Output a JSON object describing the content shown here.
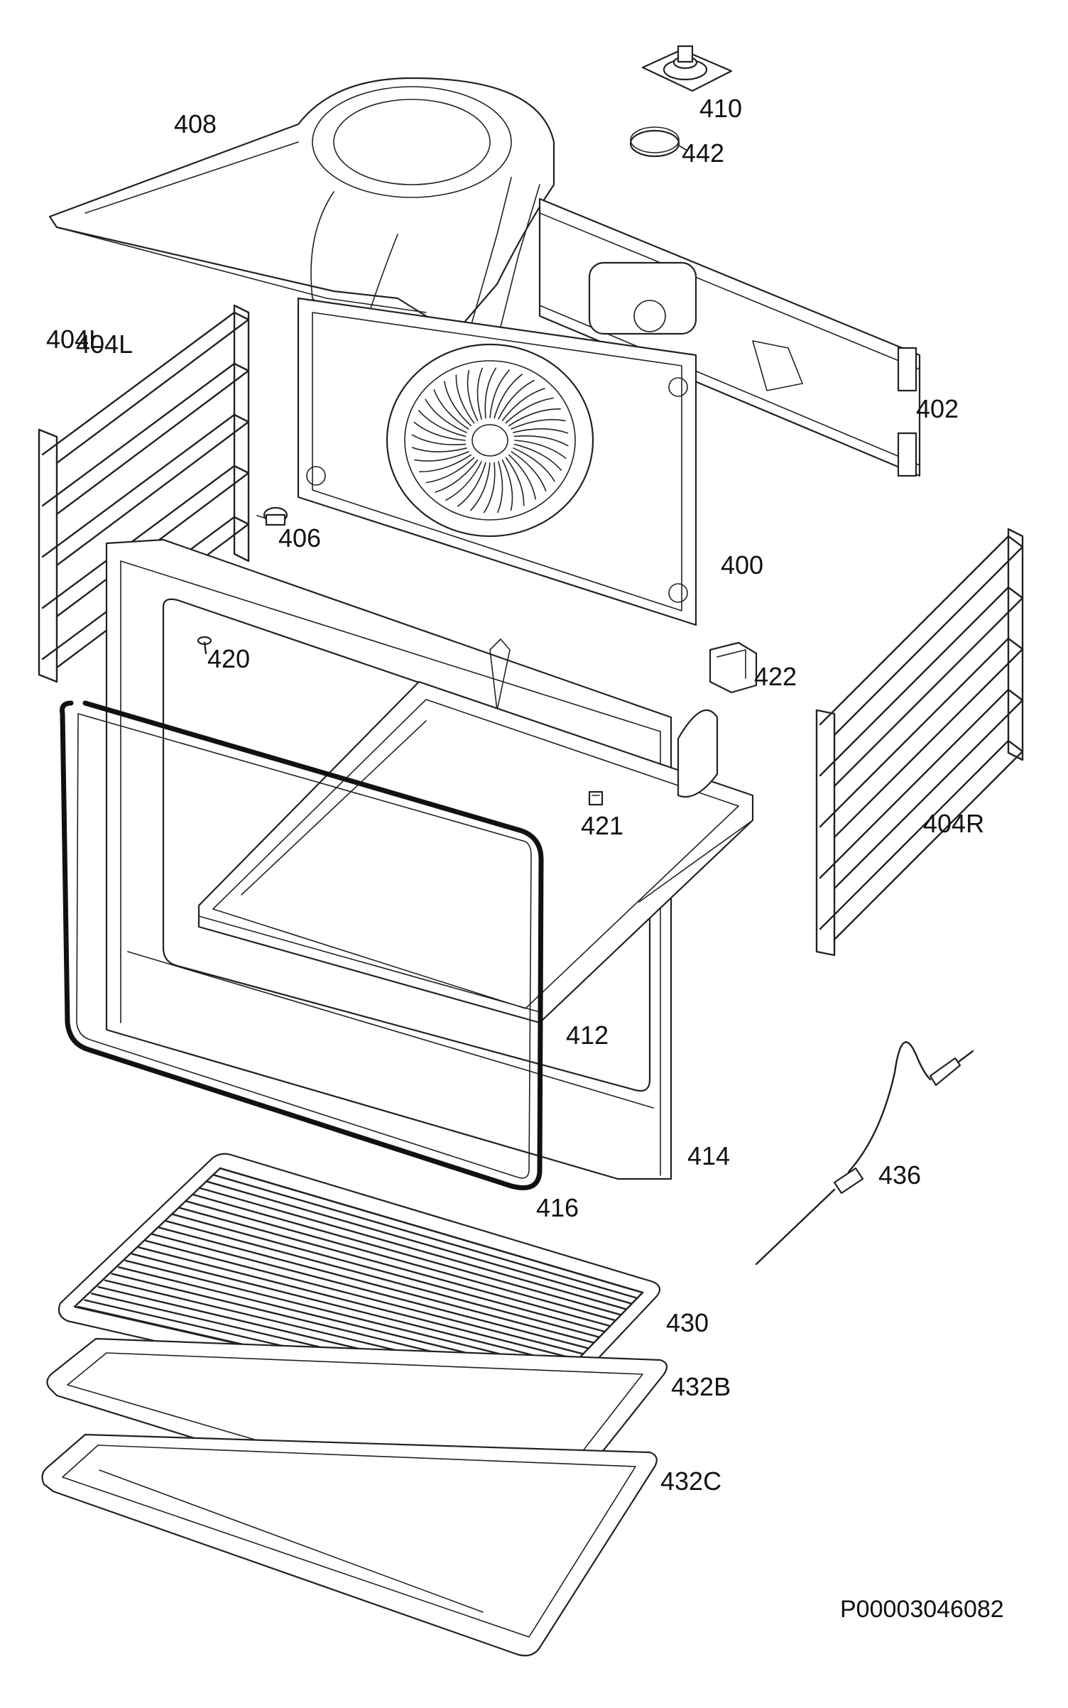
{
  "diagram": {
    "reference_code": "P00003046082",
    "parts": [
      {
        "id": "part-408",
        "label": "408"
      },
      {
        "id": "part-410",
        "label": "410"
      },
      {
        "id": "part-442",
        "label": "442"
      },
      {
        "id": "part-404l-a",
        "label": "404L"
      },
      {
        "id": "part-404l-b",
        "label": "404L"
      },
      {
        "id": "part-402",
        "label": "402"
      },
      {
        "id": "part-406",
        "label": "406"
      },
      {
        "id": "part-400",
        "label": "400"
      },
      {
        "id": "part-420",
        "label": "420"
      },
      {
        "id": "part-422",
        "label": "422"
      },
      {
        "id": "part-421",
        "label": "421"
      },
      {
        "id": "part-404r",
        "label": "404R"
      },
      {
        "id": "part-412",
        "label": "412"
      },
      {
        "id": "part-414",
        "label": "414"
      },
      {
        "id": "part-436",
        "label": "436"
      },
      {
        "id": "part-416",
        "label": "416"
      },
      {
        "id": "part-430",
        "label": "430"
      },
      {
        "id": "part-432b",
        "label": "432B"
      },
      {
        "id": "part-432c",
        "label": "432C"
      }
    ]
  }
}
